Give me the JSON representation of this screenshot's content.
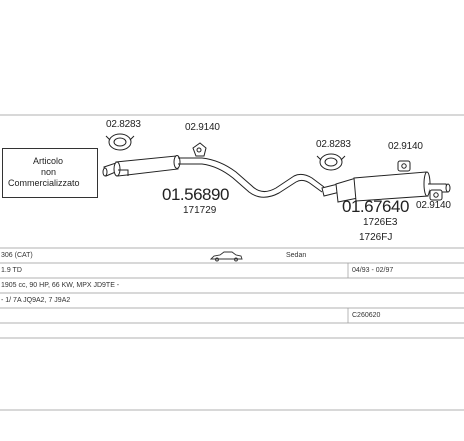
{
  "notice": {
    "line1": "Articolo",
    "line2": "non",
    "line3": "Commercializzato"
  },
  "parts": {
    "clamp_1": "02.8283",
    "hanger_1": "02.9140",
    "clamp_2": "02.8283",
    "hanger_2": "02.9140",
    "hanger_3": "02.9140",
    "middle_silencer": "01.56890",
    "middle_silencer_ref": "171729",
    "rear_silencer": "01.67640",
    "rear_silencer_ref_1": "1726E3",
    "rear_silencer_ref_2": "1726FJ"
  },
  "vehicle": {
    "model": "306 (CAT)",
    "body": "Sedan",
    "engine": "1.9 TD",
    "period": "04/93 - 02/97",
    "spec": "1905 cc, 90 HP, 66 KW, MPX JD9TE -",
    "codes": "- 1/ 7A JQ9A2, 7 J9A2",
    "code": "C260620"
  }
}
